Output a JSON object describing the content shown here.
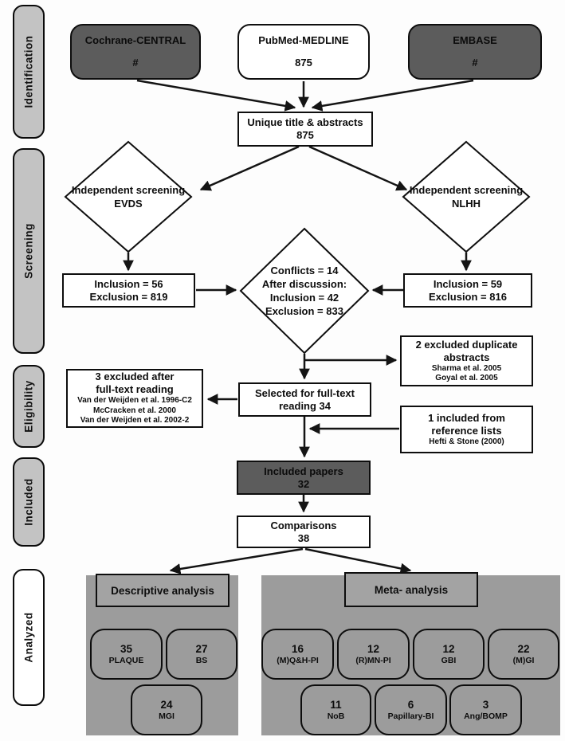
{
  "sidebar": {
    "stages": [
      {
        "label": "Identification"
      },
      {
        "label": "Screening"
      },
      {
        "label": "Eligibility"
      },
      {
        "label": "Included"
      },
      {
        "label": "Analyzed"
      }
    ]
  },
  "sources": [
    {
      "label": "Cochrane-CENTRAL",
      "value": "#"
    },
    {
      "label": "PubMed-MEDLINE",
      "value": "875"
    },
    {
      "label": "EMBASE",
      "value": "#"
    }
  ],
  "unique_box": {
    "line1": "Unique title & abstracts",
    "value": "875"
  },
  "screening": {
    "left_diamond": {
      "line1": "Independent screening",
      "line2": "EVDS"
    },
    "right_diamond": {
      "line1": "Independent screening",
      "line2": "NLHH"
    },
    "left_result": {
      "line1": "Inclusion = 56",
      "line2": "Exclusion = 819"
    },
    "right_result": {
      "line1": "Inclusion = 59",
      "line2": "Exclusion = 816"
    },
    "conflict_diamond": {
      "line1": "Conflicts = 14",
      "line2": "After discussion:",
      "line3": "Inclusion = 42",
      "line4": "Exclusion = 833"
    }
  },
  "eligibility": {
    "excluded_duplicates": {
      "line1": "2 excluded duplicate",
      "line2": "abstracts",
      "refs": [
        "Sharma et al. 2005",
        "Goyal et al. 2005"
      ]
    },
    "excluded_fulltext": {
      "line1": "3 excluded after",
      "line2": "full-text reading",
      "refs": [
        "Van der Weijden et al. 1996-C2",
        "McCracken et al. 2000",
        "Van der Weijden et al. 2002-2"
      ]
    },
    "selected": {
      "line1": "Selected for full-text",
      "line2": "reading 34"
    },
    "included_reference": {
      "line1": "1 included from",
      "line2": "reference lists",
      "refs": [
        "Hefti & Stone (2000)"
      ]
    }
  },
  "included": {
    "papers": {
      "label": "Included papers",
      "value": "32"
    },
    "comparisons": {
      "label": "Comparisons",
      "value": "38"
    }
  },
  "analyzed": {
    "descriptive": {
      "title": "Descriptive analysis",
      "items": [
        {
          "value": "35",
          "label": "PLAQUE"
        },
        {
          "value": "27",
          "label": "BS"
        },
        {
          "value": "24",
          "label": "MGI"
        }
      ]
    },
    "meta": {
      "title": "Meta- analysis",
      "items": [
        {
          "value": "16",
          "label": "(M)Q&H-PI"
        },
        {
          "value": "12",
          "label": "(R)MN-PI"
        },
        {
          "value": "12",
          "label": "GBI"
        },
        {
          "value": "22",
          "label": "(M)GI"
        },
        {
          "value": "11",
          "label": "NoB"
        },
        {
          "value": "6",
          "label": "Papillary-BI"
        },
        {
          "value": "3",
          "label": "Ang/BOMP"
        }
      ]
    }
  },
  "colors": {
    "dark_box": "#5c5c5c",
    "panel_gray": "#9c9c9c",
    "sidebar_gray": "#c3c3c3",
    "line": "#141414"
  }
}
